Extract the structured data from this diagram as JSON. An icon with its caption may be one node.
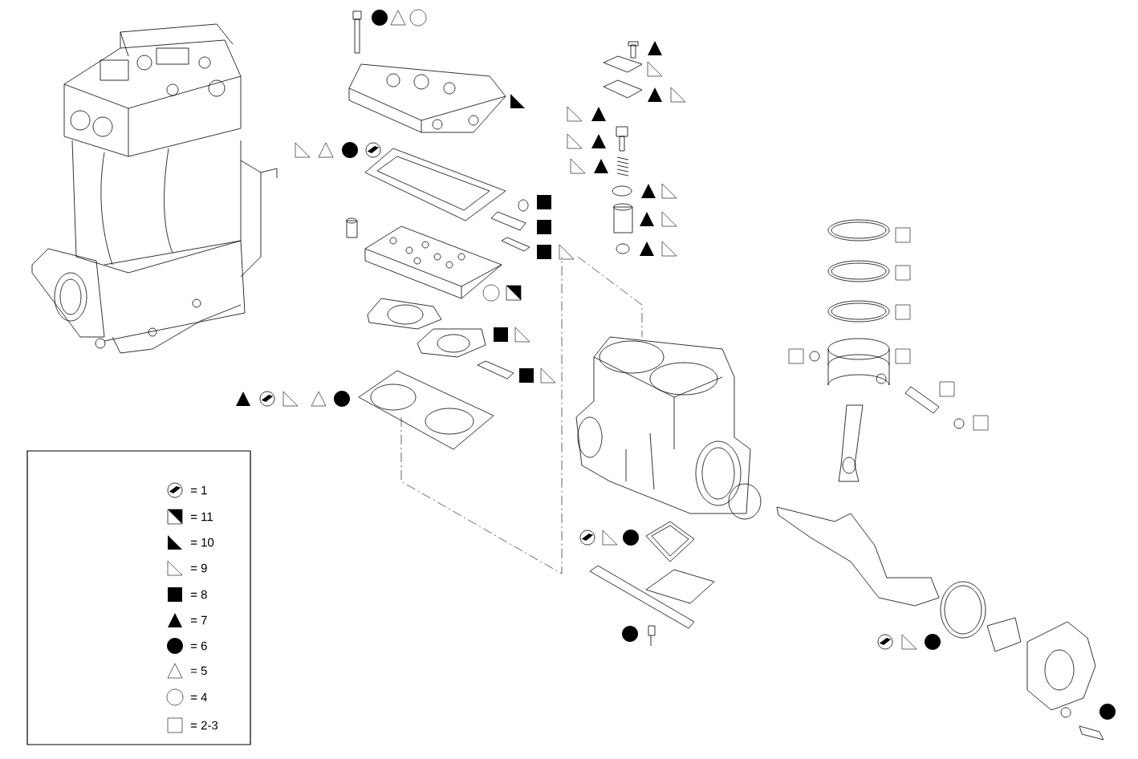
{
  "diagram": {
    "legend": [
      {
        "text": "= 1"
      },
      {
        "text": "= 11"
      },
      {
        "text": "= 10"
      },
      {
        "text": "= 9"
      },
      {
        "text": "= 8"
      },
      {
        "text": "= 7"
      },
      {
        "text": "= 6"
      },
      {
        "text": "= 5"
      },
      {
        "text": "= 4"
      },
      {
        "text": "= 2-3"
      }
    ]
  }
}
